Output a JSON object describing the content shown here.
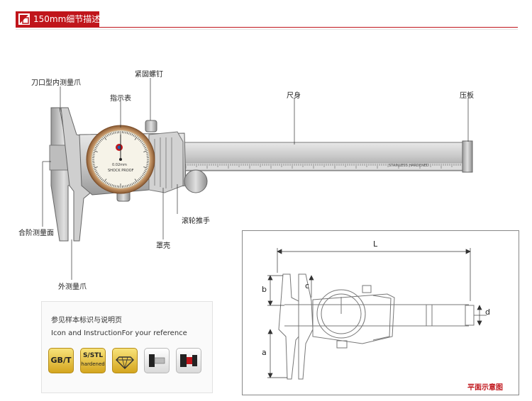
{
  "header": {
    "title": "150mm细节描述"
  },
  "labels": {
    "inner_jaw": "刀口型内测量爪",
    "lock_screw": "紧固螺钉",
    "dial": "指示表",
    "beam": "尺身",
    "end_plate": "压板",
    "step": "合阶测量面",
    "thumb_roller": "滚轮推手",
    "cover": "罩壳",
    "outer_jaw": "外测量爪"
  },
  "dial_face": {
    "text_mm": "0.02mm",
    "text_shock": "SHOCK PROOF"
  },
  "beam_text": "STAINLESS HARDENED",
  "info": {
    "title": "参见样本标识与说明页",
    "subtitle": "Icon and InstructionFor your reference",
    "badges": {
      "gbt": "GB/T",
      "ss_line1": "S/STL",
      "ss_line2": "hardened"
    }
  },
  "schematic": {
    "label": "平面示意图",
    "dims": {
      "L": "L",
      "b": "b",
      "c": "c",
      "a": "a",
      "d": "d"
    }
  },
  "colors": {
    "accent": "#c0151b",
    "dial_rim": "#b07a4a"
  }
}
